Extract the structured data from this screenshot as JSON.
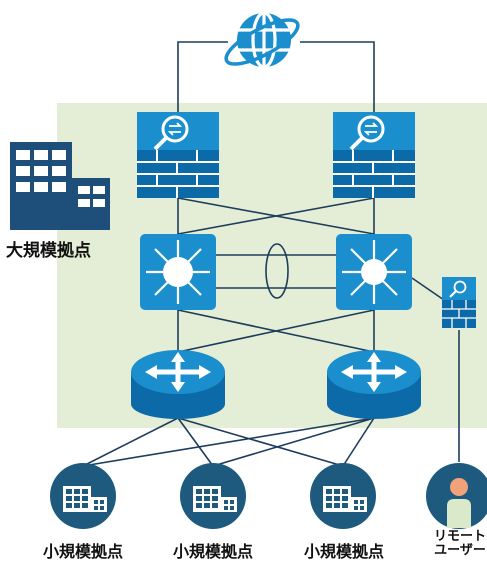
{
  "labels": {
    "large_site": "大規模拠点",
    "small_sites": [
      "小規模拠点",
      "小規模拠点",
      "小規模拠点"
    ],
    "remote_user_line1": "リモート",
    "remote_user_line2": "ユーザー"
  },
  "colors": {
    "zone_fill": "#e4eed6",
    "device_blue": "#1b8fcd",
    "device_dark": "#0d6aa8",
    "building_navy": "#1d4f7a",
    "small_site_circle": "#1d5a7e",
    "link": "#1e3d5c",
    "avatar_head": "#f2a27a"
  },
  "icons": {
    "internet": "globe-icon",
    "firewall": "firewall-icon",
    "core_switch": "layer3-switch-icon",
    "router": "router-icon",
    "building": "building-icon",
    "remote_user": "user-icon"
  }
}
